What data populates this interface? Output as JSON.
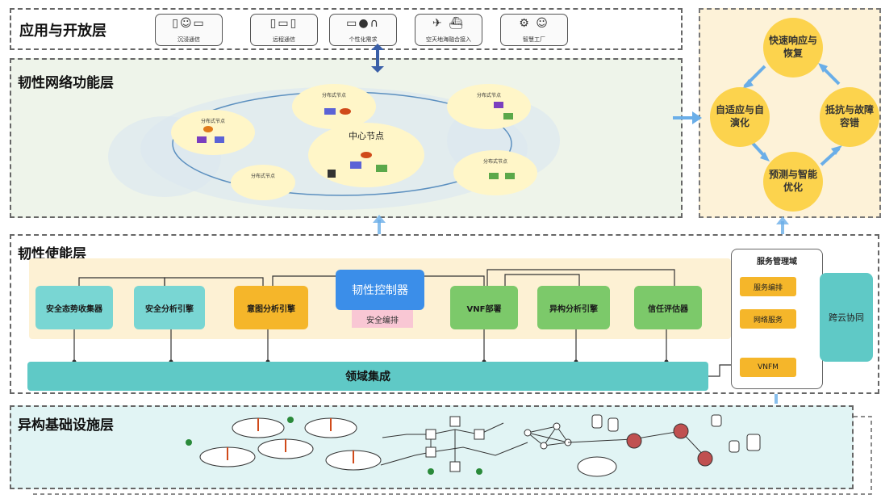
{
  "layers": {
    "app": "应用与开放层",
    "network": "韧性网络功能层",
    "enable": "韧性使能层",
    "infra": "异构基础设施层"
  },
  "apps": [
    {
      "label": "沉浸通信",
      "icon": "devices-icon"
    },
    {
      "label": "远程通信",
      "icon": "phones-icon"
    },
    {
      "label": "个性化需求",
      "icon": "user-icon"
    },
    {
      "label": "空天地海融合接入",
      "icon": "satellite-icon"
    },
    {
      "label": "智慧工厂",
      "icon": "factory-icon"
    }
  ],
  "network": {
    "center_node": "中心节点",
    "dist_node": "分布式节点"
  },
  "resilience": {
    "top": "快速响应与恢复",
    "left": "自适应与自演化",
    "right": "抵抗与故障容错",
    "bottom": "预测与智能优化"
  },
  "enable": {
    "modules": [
      "安全态势收集器",
      "安全分析引擎",
      "意图分析引擎",
      "VNF部署",
      "异构分析引擎",
      "信任评估器"
    ],
    "controller": "韧性控制器",
    "security_orch": "安全编排",
    "domain_integration": "领域集成",
    "service_mgmt": {
      "title": "服务管理域",
      "items": [
        "服务编排",
        "网络服务",
        "VNFM"
      ]
    },
    "cloud_coord": "跨云协同"
  },
  "colors": {
    "teal": "#79d6d3",
    "orange": "#f5b62a",
    "green": "#7cc96a",
    "controller_blue": "#3b8ee9",
    "gold": "#fcd34d",
    "arrow_blue": "#6aaee8"
  }
}
